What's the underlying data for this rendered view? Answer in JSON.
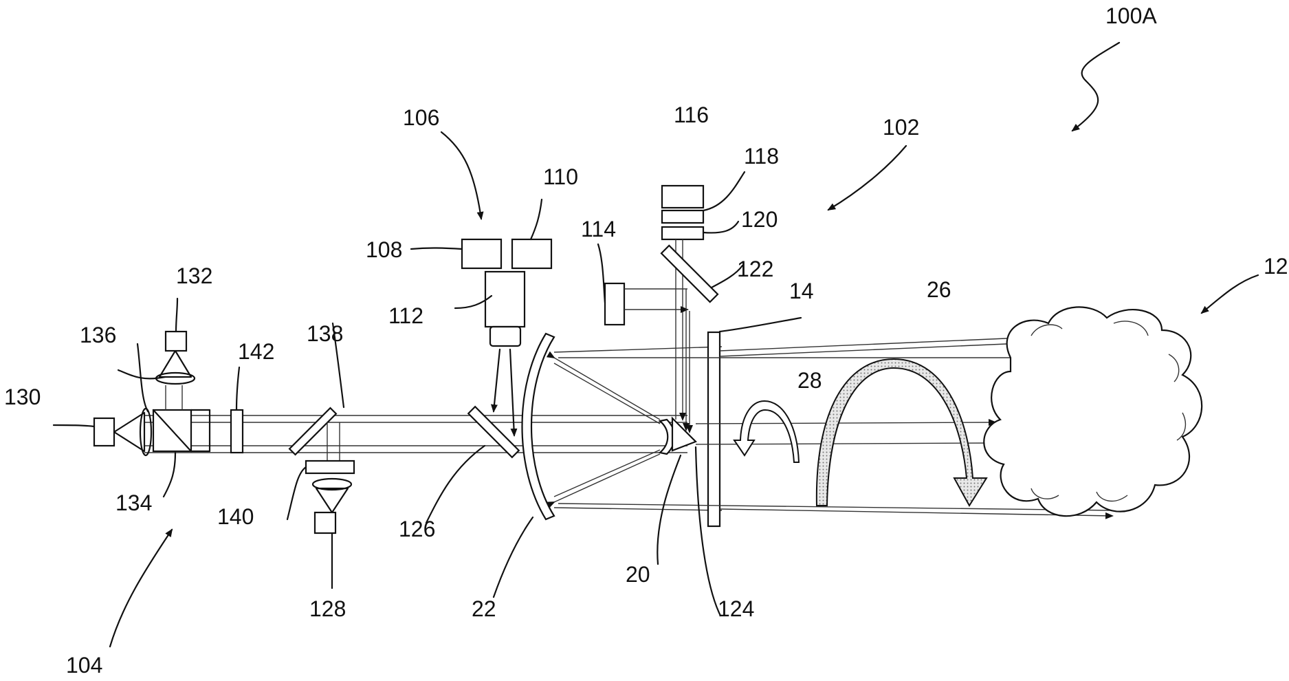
{
  "figure": {
    "labels": {
      "system": "100A",
      "lidar": "102",
      "receiver": "104",
      "imager": "106",
      "l108": "108",
      "l110": "110",
      "l112": "112",
      "l114": "114",
      "l116": "116",
      "l118": "118",
      "l120": "120",
      "l122": "122",
      "l124": "124",
      "l126": "126",
      "l128": "128",
      "l130": "130",
      "l132": "132",
      "l134": "134",
      "l136": "136",
      "l138": "138",
      "l140": "140",
      "l142": "142",
      "cloud": "12",
      "window": "14",
      "prism": "20",
      "mirror": "22",
      "big_arrow": "26",
      "small_arrow": "28"
    }
  }
}
